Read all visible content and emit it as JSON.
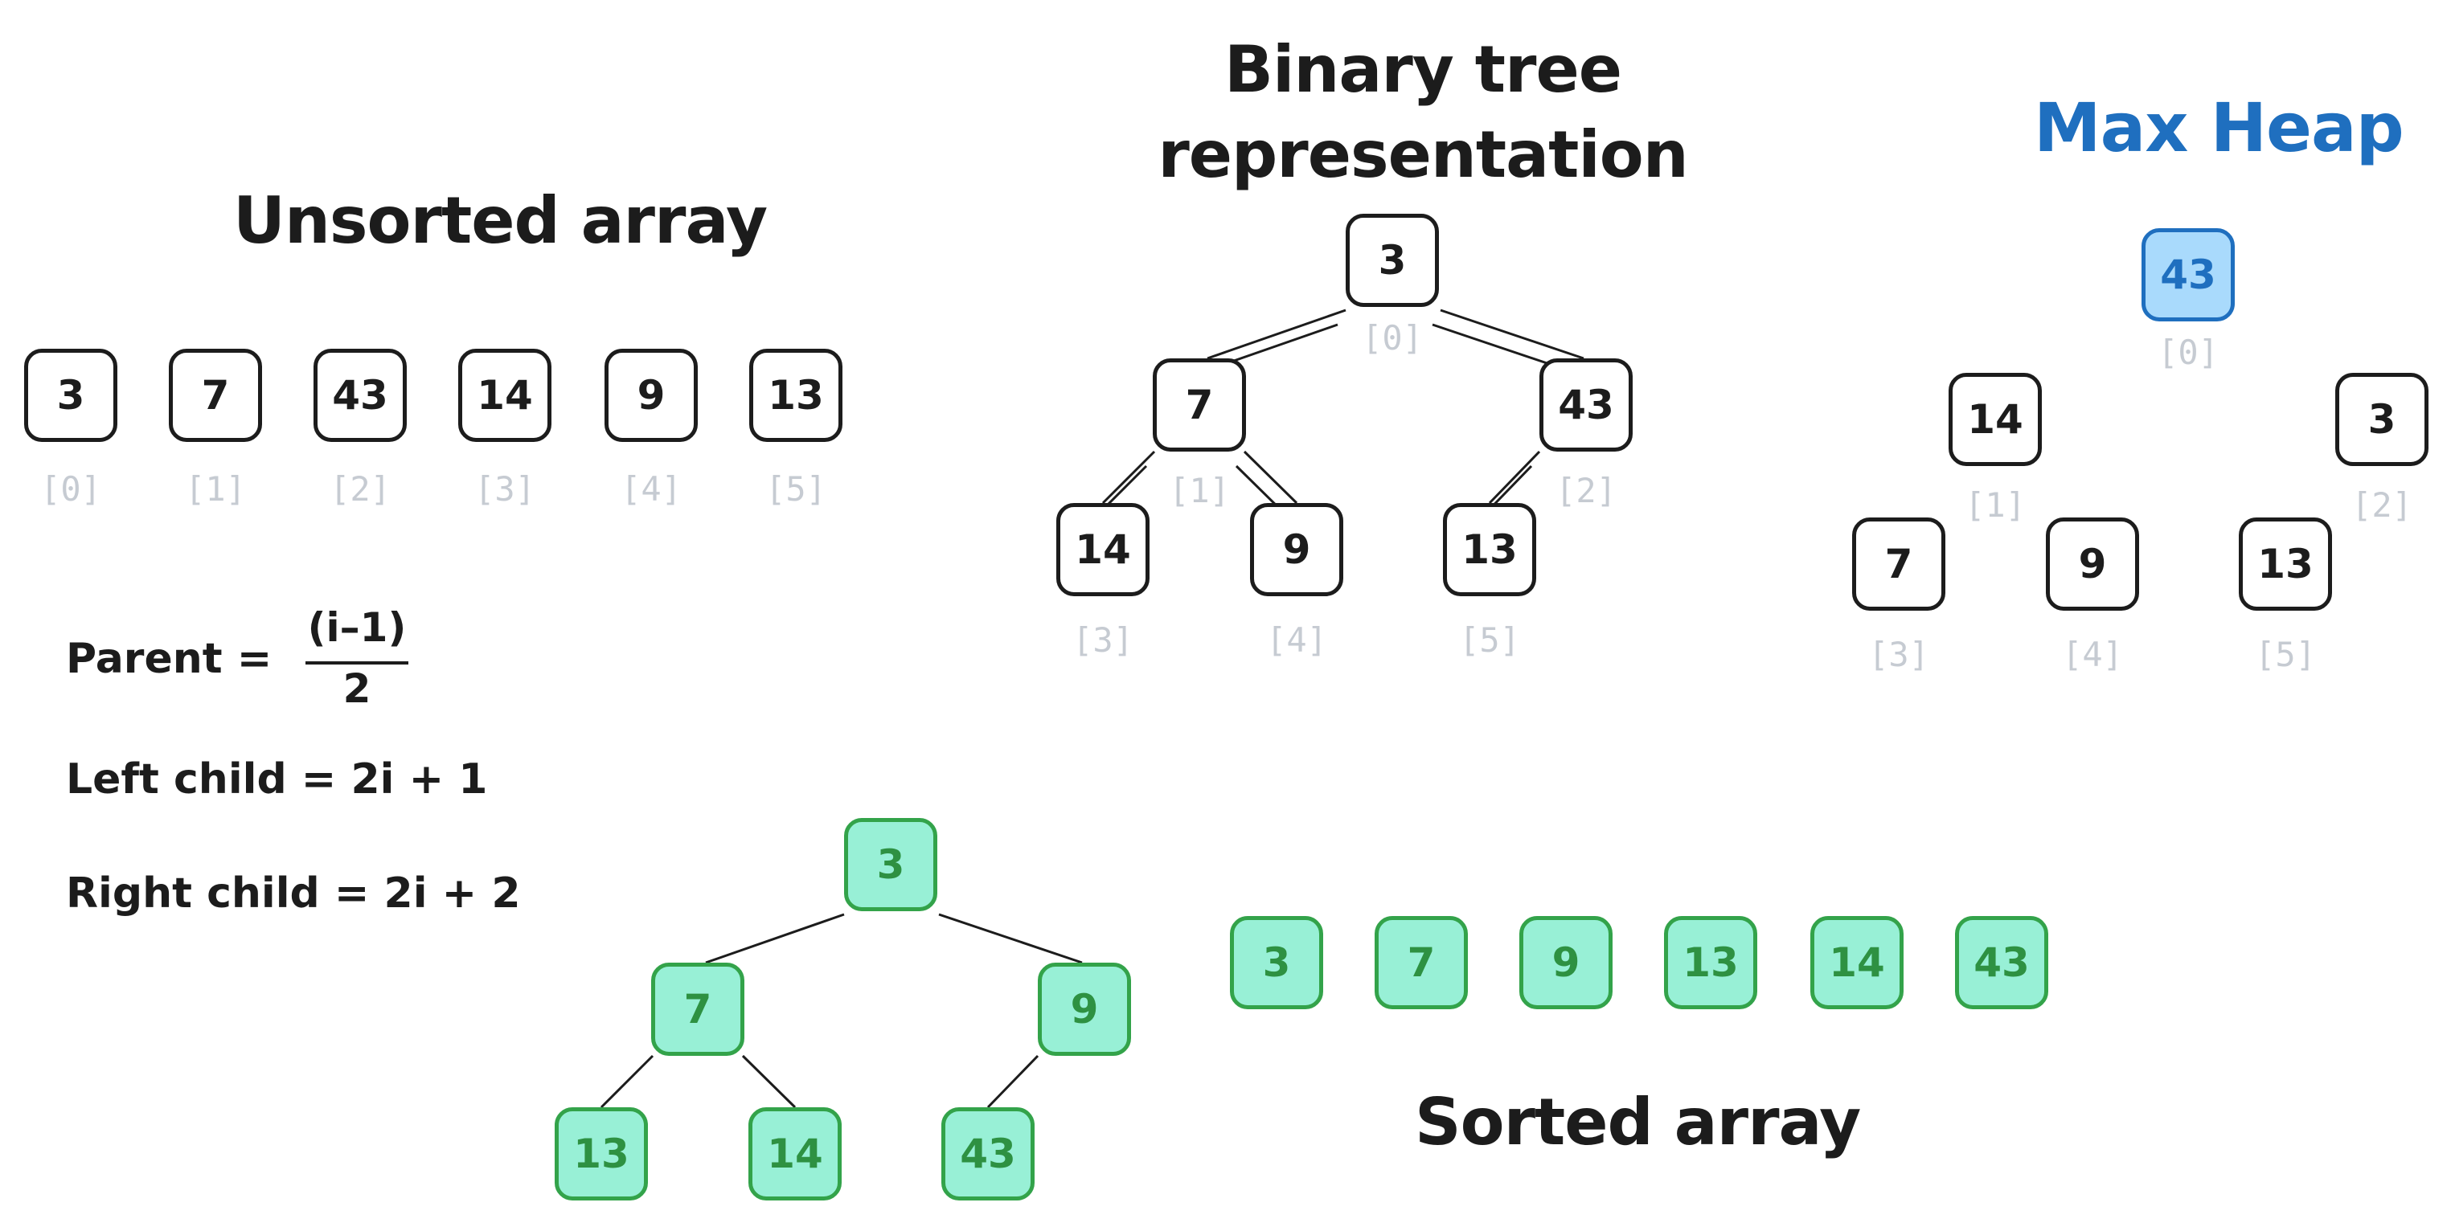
{
  "titles": {
    "unsorted": "Unsorted array",
    "binary_tree_line1": "Binary tree",
    "binary_tree_line2": "representation",
    "max_heap": "Max Heap",
    "sorted": "Sorted array"
  },
  "colors": {
    "text": "#1c1c1c",
    "index_gray": "#c6cbd2",
    "heap_fill": "#a9dafc",
    "heap_accent": "#1f6fbf",
    "sorted_fill": "#98f0d6",
    "sorted_border": "#33a34a",
    "sorted_text": "#2e9142"
  },
  "unsorted_array": {
    "values": [
      "3",
      "7",
      "43",
      "14",
      "9",
      "13"
    ],
    "indices": [
      "[0]",
      "[1]",
      "[2]",
      "[3]",
      "[4]",
      "[5]"
    ]
  },
  "binary_tree": {
    "values": [
      "3",
      "7",
      "43",
      "14",
      "9",
      "13"
    ],
    "indices": [
      "[0]",
      "[1]",
      "[2]",
      "[3]",
      "[4]",
      "[5]"
    ]
  },
  "max_heap": {
    "values": [
      "43",
      "14",
      "3",
      "7",
      "9",
      "13"
    ],
    "indices": [
      "[0]",
      "[1]",
      "[2]",
      "[3]",
      "[4]",
      "[5]"
    ]
  },
  "sorted_tree": {
    "values": [
      "3",
      "7",
      "9",
      "13",
      "14",
      "43"
    ]
  },
  "sorted_array": {
    "values": [
      "3",
      "7",
      "9",
      "13",
      "14",
      "43"
    ]
  },
  "formulas": {
    "parent_label": "Parent =",
    "parent_numerator": "(i–1)",
    "parent_denominator": "2",
    "left_child": "Left child = 2i + 1",
    "right_child": "Right child =  2i + 2"
  }
}
